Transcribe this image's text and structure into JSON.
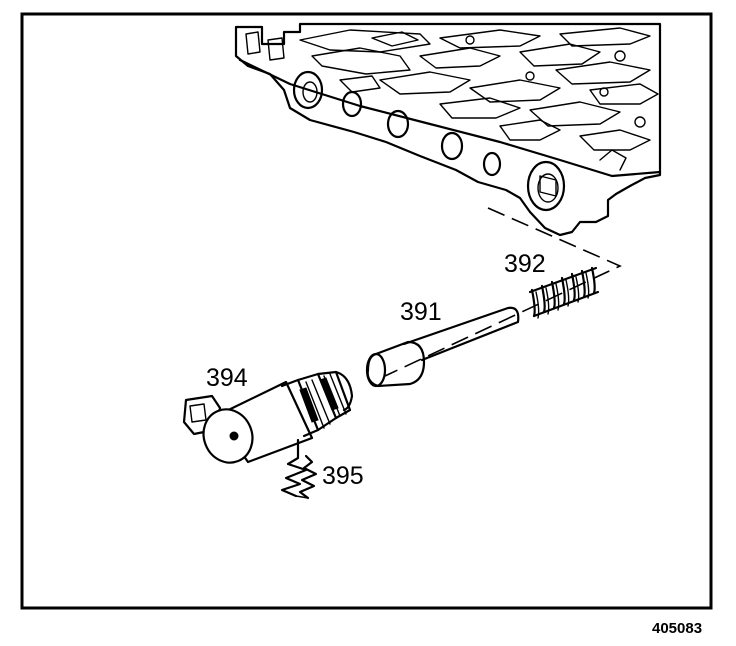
{
  "callouts": {
    "spring": "392",
    "valve": "391",
    "solenoid": "394",
    "retainer": "395"
  },
  "figure_number": "405083"
}
